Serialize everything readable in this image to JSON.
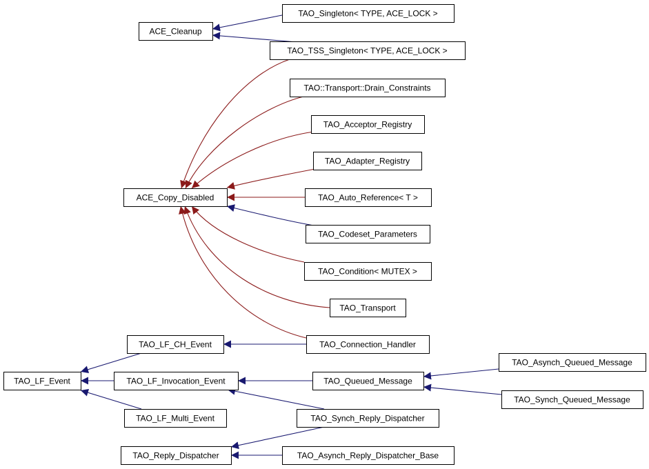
{
  "colors": {
    "public_edge": "#191970",
    "protected_edge": "#8b1a1a",
    "node_border": "#000000"
  },
  "nodes": {
    "ace_cleanup": "ACE_Cleanup",
    "tao_singleton": "TAO_Singleton< TYPE, ACE_LOCK >",
    "tao_tss_singleton": "TAO_TSS_Singleton< TYPE, ACE_LOCK >",
    "drain_constraints": "TAO::Transport::Drain_Constraints",
    "acceptor_registry": "TAO_Acceptor_Registry",
    "adapter_registry": "TAO_Adapter_Registry",
    "ace_copy_disabled": "ACE_Copy_Disabled",
    "auto_reference": "TAO_Auto_Reference< T >",
    "codeset_parameters": "TAO_Codeset_Parameters",
    "condition": "TAO_Condition< MUTEX >",
    "transport": "TAO_Transport",
    "lf_ch_event": "TAO_LF_CH_Event",
    "connection_handler": "TAO_Connection_Handler",
    "lf_event": "TAO_LF_Event",
    "lf_invocation_event": "TAO_LF_Invocation_Event",
    "queued_message": "TAO_Queued_Message",
    "asynch_queued_message": "TAO_Asynch_Queued_Message",
    "synch_queued_message": "TAO_Synch_Queued_Message",
    "lf_multi_event": "TAO_LF_Multi_Event",
    "synch_reply_dispatcher": "TAO_Synch_Reply_Dispatcher",
    "reply_dispatcher": "TAO_Reply_Dispatcher",
    "asynch_reply_dispatcher_base": "TAO_Asynch_Reply_Dispatcher_Base"
  },
  "edges": [
    {
      "from": "tao_singleton",
      "to": "ace_cleanup",
      "kind": "public"
    },
    {
      "from": "tao_tss_singleton",
      "to": "ace_cleanup",
      "kind": "public"
    },
    {
      "from": "tao_tss_singleton",
      "to": "ace_copy_disabled",
      "kind": "protected"
    },
    {
      "from": "drain_constraints",
      "to": "ace_copy_disabled",
      "kind": "protected"
    },
    {
      "from": "acceptor_registry",
      "to": "ace_copy_disabled",
      "kind": "protected"
    },
    {
      "from": "adapter_registry",
      "to": "ace_copy_disabled",
      "kind": "protected"
    },
    {
      "from": "auto_reference",
      "to": "ace_copy_disabled",
      "kind": "protected"
    },
    {
      "from": "codeset_parameters",
      "to": "ace_copy_disabled",
      "kind": "public"
    },
    {
      "from": "condition",
      "to": "ace_copy_disabled",
      "kind": "protected"
    },
    {
      "from": "transport",
      "to": "ace_copy_disabled",
      "kind": "protected"
    },
    {
      "from": "connection_handler",
      "to": "ace_copy_disabled",
      "kind": "protected"
    },
    {
      "from": "connection_handler",
      "to": "lf_ch_event",
      "kind": "public"
    },
    {
      "from": "lf_ch_event",
      "to": "lf_event",
      "kind": "public"
    },
    {
      "from": "lf_invocation_event",
      "to": "lf_event",
      "kind": "public"
    },
    {
      "from": "lf_multi_event",
      "to": "lf_event",
      "kind": "public"
    },
    {
      "from": "queued_message",
      "to": "lf_invocation_event",
      "kind": "public"
    },
    {
      "from": "synch_reply_dispatcher",
      "to": "lf_invocation_event",
      "kind": "public"
    },
    {
      "from": "asynch_queued_message",
      "to": "queued_message",
      "kind": "public"
    },
    {
      "from": "synch_queued_message",
      "to": "queued_message",
      "kind": "public"
    },
    {
      "from": "synch_reply_dispatcher",
      "to": "reply_dispatcher",
      "kind": "public"
    },
    {
      "from": "asynch_reply_dispatcher_base",
      "to": "reply_dispatcher",
      "kind": "public"
    }
  ]
}
